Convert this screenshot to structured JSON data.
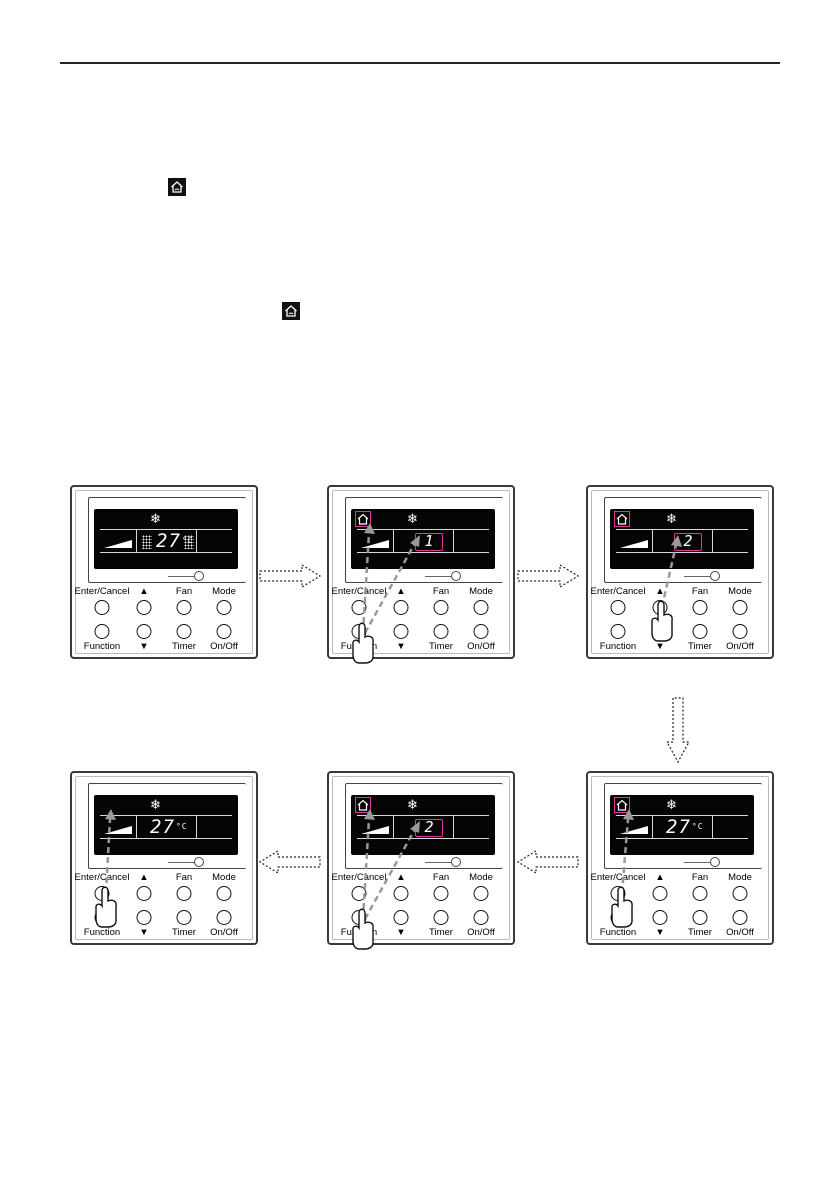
{
  "panel": {
    "buttons": {
      "enter_cancel": "Enter/Cancel",
      "up": "▲",
      "fan": "Fan",
      "mode": "Mode",
      "function": "Function",
      "down": "▼",
      "timer": "Timer",
      "on_off": "On/Off"
    },
    "temp_unit": "°C",
    "icons": {
      "snow": "snowflake-icon",
      "home": "fresh-air-house-icon",
      "fan_speed": "fan-speed-bars-icon",
      "hand": "pointing-hand-icon"
    }
  },
  "steps": [
    {
      "temperature": "27",
      "code": "",
      "home_icon": false
    },
    {
      "temperature": "",
      "code": "1",
      "home_icon": true
    },
    {
      "temperature": "",
      "code": "2",
      "home_icon": true
    },
    {
      "temperature": "27",
      "code": "",
      "home_icon": true
    },
    {
      "temperature": "",
      "code": "2",
      "home_icon": true
    },
    {
      "temperature": "27",
      "code": "",
      "home_icon": false
    }
  ],
  "colors": {
    "highlight": "#e0359a",
    "arrow": "#999999",
    "screen": "#050505"
  }
}
